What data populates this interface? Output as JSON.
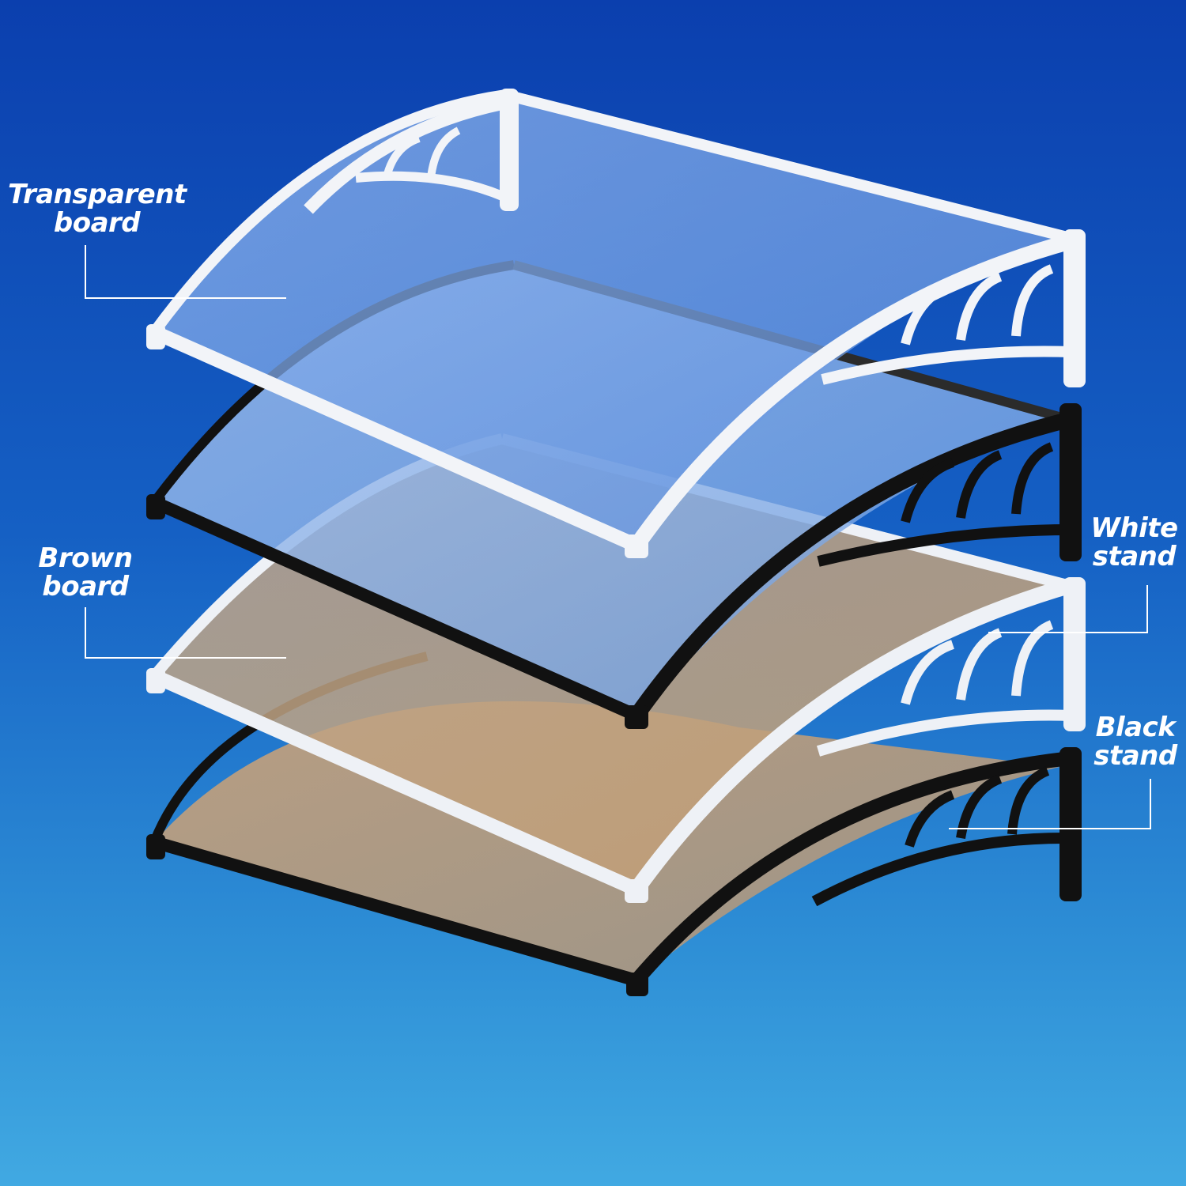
{
  "labels": {
    "transparent_board": {
      "line1": "Transparent",
      "line2": "board"
    },
    "brown_board": {
      "line1": "Brown",
      "line2": "board"
    },
    "white_stand": {
      "line1": "White",
      "line2": "stand"
    },
    "black_stand": {
      "line1": "Black",
      "line2": "stand"
    }
  },
  "colors": {
    "background_top": "#0b3fae",
    "background_bottom": "#41a9e2",
    "transparent_panel": "#7fa9e6",
    "brown_panel": "#b89a78",
    "white_frame": "#f2f4f8",
    "black_frame": "#111111",
    "label_text": "#ffffff"
  }
}
